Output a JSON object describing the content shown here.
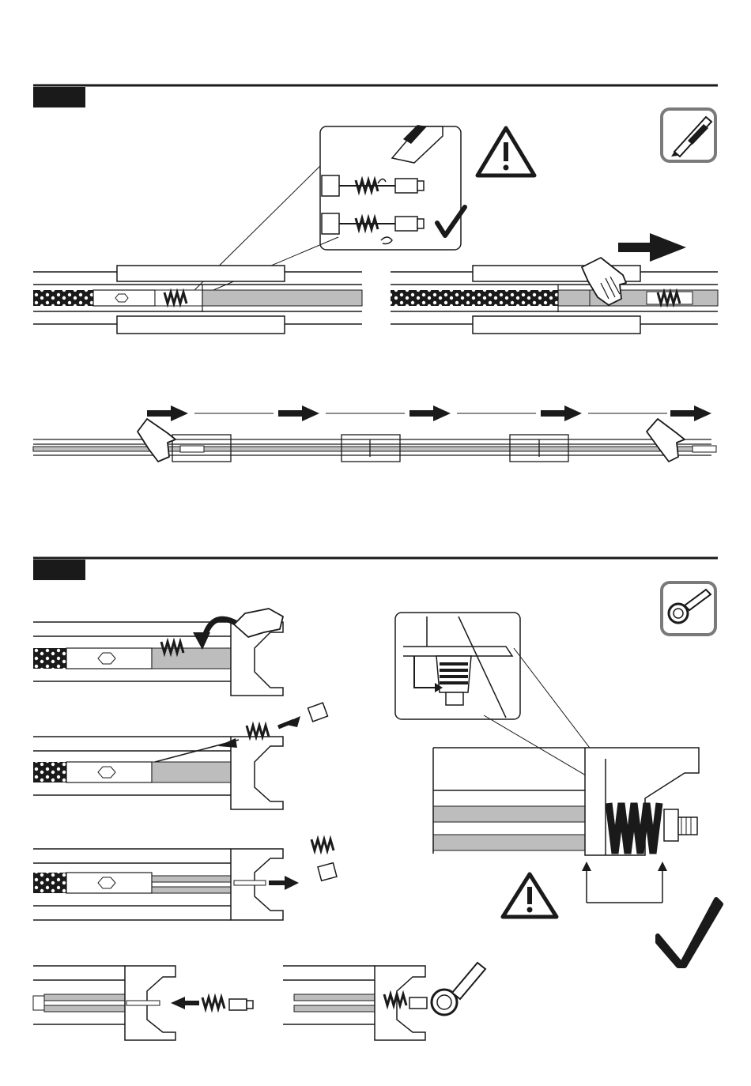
{
  "steps": [
    {
      "label": "",
      "tool": "cutter-knife",
      "warning": "caution-triangle",
      "confirm": "check-mark"
    },
    {
      "label": "",
      "tool": "ring-spanner",
      "warning": "caution-triangle",
      "confirm": "check-mark"
    }
  ],
  "colors": {
    "ink": "#1a1a1a",
    "fill_grey": "#bdbdbd",
    "tool_frame": "#7a7a7a",
    "step_bar": "#1a1a1a"
  },
  "icons": [
    "cutter-knife-icon",
    "ring-spanner-icon",
    "warning-icon",
    "check-icon",
    "hand-icon",
    "arrow-right-icon",
    "arrow-left-icon",
    "spring-icon",
    "bolt-icon",
    "rotate-arrow-icon"
  ]
}
